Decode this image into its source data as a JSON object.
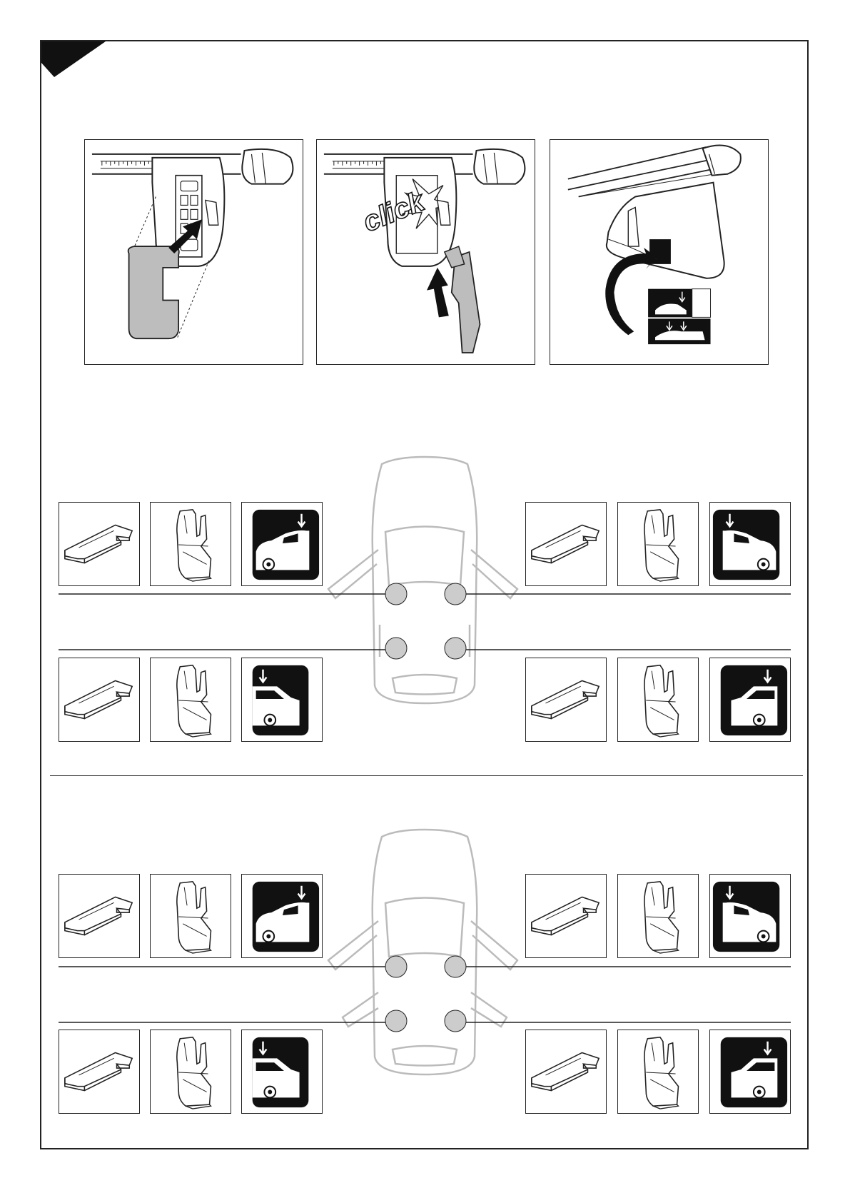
{
  "step_panels": [
    {
      "id": "attach-pad",
      "label": ""
    },
    {
      "id": "click-bracket",
      "label": "click"
    },
    {
      "id": "fit-foot",
      "label": ""
    }
  ],
  "sections": [
    {
      "id": "four-door",
      "doors": "front-and-rear-open"
    },
    {
      "id": "two-door",
      "doors": "front-open"
    }
  ],
  "colors": {
    "line": "#222222",
    "mark": "#cccccc",
    "fill_dark": "#111111",
    "pad_gray": "#bdbdbd",
    "car_outline": "#bbbbbb"
  },
  "icons": [
    "rubber-pad-icon",
    "bracket-icon",
    "car-position-icon",
    "arrow-down-icon"
  ]
}
